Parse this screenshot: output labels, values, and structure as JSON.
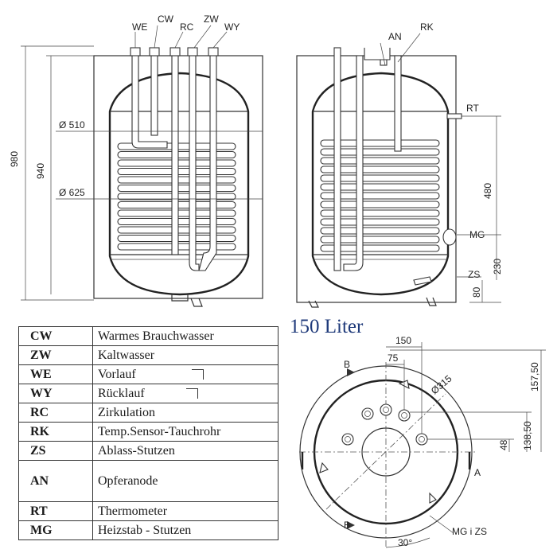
{
  "title": "150 Liter",
  "front_view": {
    "labels": {
      "we": "WE",
      "cw": "CW",
      "rc": "RC",
      "zw": "ZW",
      "wy": "WY"
    },
    "dims": {
      "h_total": "980",
      "h_body": "940",
      "d_inner": "Ø 510",
      "d_outer": "Ø 625"
    }
  },
  "side_view": {
    "labels": {
      "an": "AN",
      "rk": "RK",
      "rt": "RT",
      "mg": "MG",
      "zs": "ZS"
    },
    "dims": {
      "d480": "480",
      "d230": "230",
      "d80": "80"
    }
  },
  "top_view": {
    "dims": {
      "d150": "150",
      "d75": "75",
      "d315": "Ø315",
      "d157": "157,50",
      "d138": "138,50",
      "d48": "48",
      "angle": "30°"
    },
    "labels": {
      "b_top": "B",
      "b_bottom": "B",
      "a_right": "A",
      "mg_zs": "MG i ZS"
    }
  },
  "legend": [
    {
      "code": "CW",
      "desc": "Warmes Brauchwasser"
    },
    {
      "code": "ZW",
      "desc": "Kaltwasser"
    },
    {
      "code": "WE",
      "desc": "Vorlauf"
    },
    {
      "code": "WY",
      "desc": "Rücklauf"
    },
    {
      "code": "RC",
      "desc": "Zirkulation"
    },
    {
      "code": "RK",
      "desc": "Temp.Sensor-Tauchrohr"
    },
    {
      "code": "ZS",
      "desc": "Ablass-Stutzen"
    },
    {
      "code": "AN",
      "desc": "Opferanode"
    },
    {
      "code": "RT",
      "desc": "Thermometer"
    },
    {
      "code": "MG",
      "desc": "Heizstab - Stutzen"
    }
  ]
}
